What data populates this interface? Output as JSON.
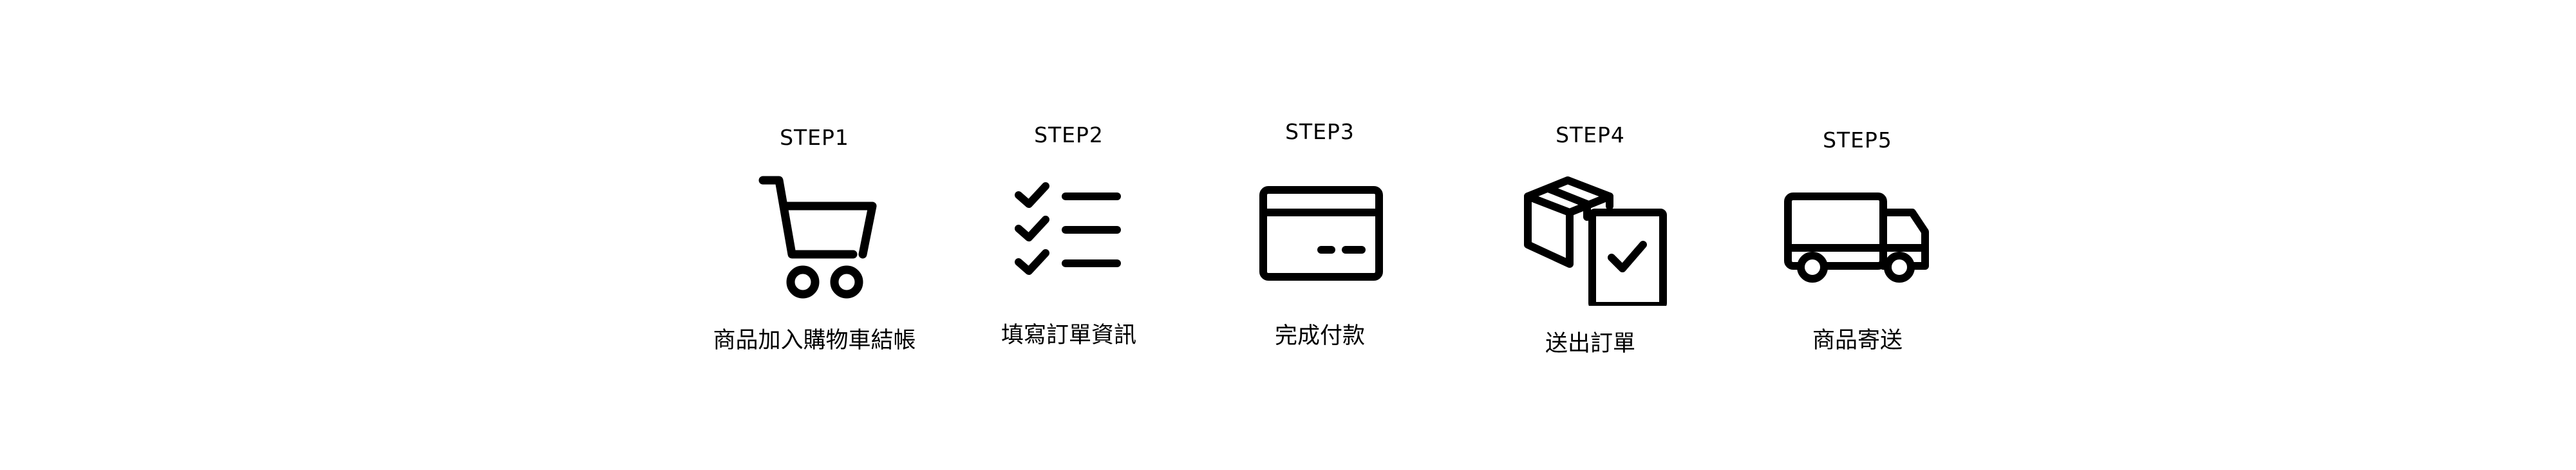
{
  "steps": [
    {
      "label": "STEP1",
      "caption": "商品加入購物車結帳",
      "icon": "shopping-cart-icon"
    },
    {
      "label": "STEP2",
      "caption": "填寫訂單資訊",
      "icon": "checklist-icon"
    },
    {
      "label": "STEP3",
      "caption": "完成付款",
      "icon": "credit-card-icon"
    },
    {
      "label": "STEP4",
      "caption": "送出訂單",
      "icon": "package-order-icon"
    },
    {
      "label": "STEP5",
      "caption": "商品寄送",
      "icon": "delivery-truck-icon"
    }
  ],
  "colors": {
    "background": "#ffffff",
    "foreground": "#000000"
  }
}
